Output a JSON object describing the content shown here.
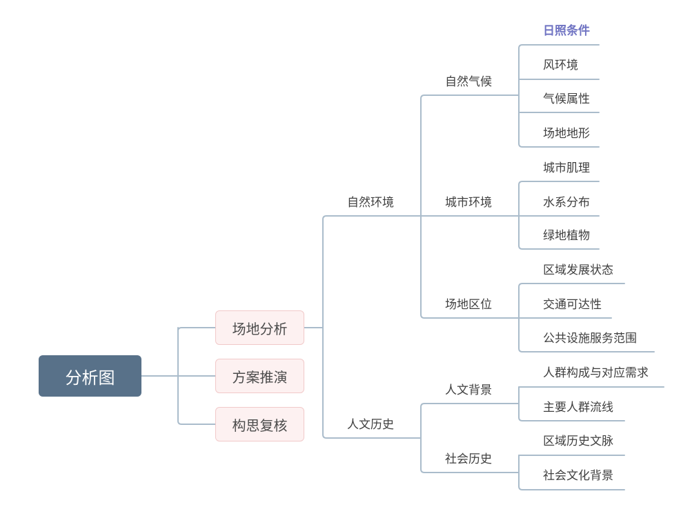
{
  "root": {
    "label": "分析图"
  },
  "level1": [
    {
      "label": "场地分析"
    },
    {
      "label": "方案推演"
    },
    {
      "label": "构思复核"
    }
  ],
  "level2": [
    {
      "label": "自然环境"
    },
    {
      "label": "人文历史"
    }
  ],
  "level3": [
    {
      "label": "自然气候"
    },
    {
      "label": "城市环境"
    },
    {
      "label": "场地区位"
    },
    {
      "label": "人文背景"
    },
    {
      "label": "社会历史"
    }
  ],
  "leaves": [
    {
      "label": "日照条件",
      "highlighted": true
    },
    {
      "label": "风环境"
    },
    {
      "label": "气候属性"
    },
    {
      "label": "场地地形"
    },
    {
      "label": "城市肌理"
    },
    {
      "label": "水系分布"
    },
    {
      "label": "绿地植物"
    },
    {
      "label": "区域发展状态"
    },
    {
      "label": "交通可达性"
    },
    {
      "label": "公共设施服务范围"
    },
    {
      "label": "人群构成与对应需求"
    },
    {
      "label": "主要人群流线"
    },
    {
      "label": "区域历史文脉"
    },
    {
      "label": "社会文化背景"
    }
  ],
  "colors": {
    "root_fill": "#587189",
    "box_fill": "#fdf1f1",
    "box_border": "#f1c9c9",
    "connector": "#aabccb",
    "highlight_text": "#6f73c2"
  }
}
